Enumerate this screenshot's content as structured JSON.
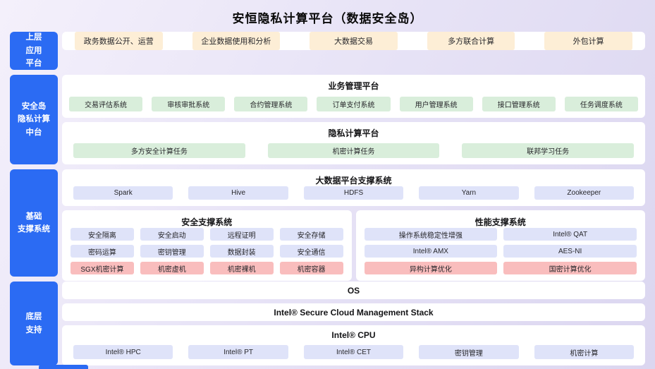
{
  "title": "安恒隐私计算平台（数据安全岛）",
  "sidebar": {
    "app_layer": "上层\n应用\n平台",
    "middle_layer": "安全岛\n隐私计算\n中台",
    "base_layer": "基础\n支撑系统",
    "bottom_layer": "底层\n支持"
  },
  "app_layer": {
    "items": [
      "政务数据公开、运营",
      "企业数据使用和分析",
      "大数据交易",
      "多方联合计算",
      "外包计算"
    ]
  },
  "business_platform": {
    "title": "业务管理平台",
    "items": [
      "交易评估系统",
      "审核审批系统",
      "合约管理系统",
      "订单支付系统",
      "用户管理系统",
      "接口管理系统",
      "任务调度系统"
    ]
  },
  "privacy_platform": {
    "title": "隐私计算平台",
    "items": [
      "多方安全计算任务",
      "机密计算任务",
      "联邦学习任务"
    ]
  },
  "bigdata_platform": {
    "title": "大数据平台支撑系统",
    "items": [
      "Spark",
      "Hive",
      "HDFS",
      "Yarn",
      "Zookeeper"
    ]
  },
  "security_support": {
    "title": "安全支撑系统",
    "row1": [
      "安全隔离",
      "安全启动",
      "远程证明",
      "安全存储"
    ],
    "row2": [
      "密码运算",
      "密钥管理",
      "数据封装",
      "安全通信"
    ],
    "row3": [
      "SGX机密计算",
      "机密虚机",
      "机密裸机",
      "机密容器"
    ]
  },
  "performance_support": {
    "title": "性能支撑系统",
    "row1": [
      "操作系统稳定性增强",
      "Intel® QAT"
    ],
    "row2": [
      "Intel® AMX",
      "AES-NI"
    ],
    "row3": [
      "异构计算优化",
      "国密计算优化"
    ]
  },
  "bottom_layer": {
    "os": "OS",
    "stack": "Intel® Secure Cloud Management Stack",
    "cpu": {
      "title": "Intel® CPU",
      "items": [
        "Intel® HPC",
        "Intel® PT",
        "Intel® CET",
        "密钥管理",
        "机密计算"
      ]
    }
  },
  "colors": {
    "accent_blue": "#2b6bf3",
    "cream": "#fdeed6",
    "green": "#d9eedb",
    "lavender": "#dfe3f9",
    "pink": "#f9bdbd"
  }
}
